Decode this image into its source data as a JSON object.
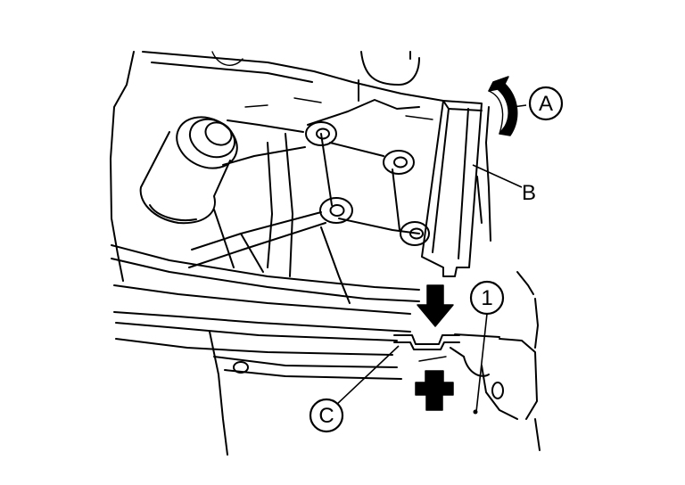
{
  "callouts": {
    "a": "A",
    "b": "B",
    "c": "C",
    "one": "1"
  }
}
